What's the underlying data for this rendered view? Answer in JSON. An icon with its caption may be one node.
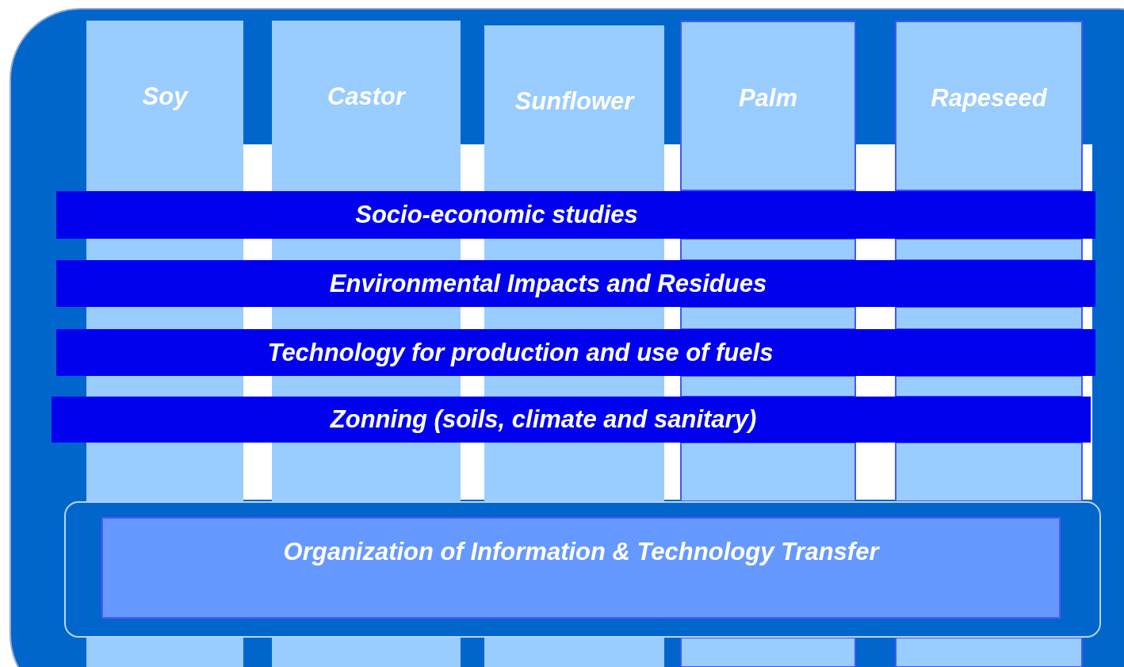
{
  "diagram": {
    "nodes": [
      {
        "text": [
          "Soy"
        ]
      },
      {
        "text": [
          "Castor"
        ]
      },
      {
        "text": [
          "Sunflower"
        ]
      },
      {
        "text": [
          "Palm"
        ]
      },
      {
        "text": [
          "Rapeseed"
        ]
      },
      {
        "text": [
          "Socio-economic studies"
        ]
      },
      {
        "text": [
          "Environmental Impacts and Residues"
        ]
      },
      {
        "text": [
          "Technology for production and use of fuels"
        ]
      },
      {
        "text": [
          "Zonning (soils, climate and sanitary)"
        ]
      },
      {
        "text": [],
        "shape": "box"
      },
      {
        "text": [
          "Organization of Information & Technology Transfer"
        ],
        "in": 9
      }
    ],
    "edges": []
  }
}
